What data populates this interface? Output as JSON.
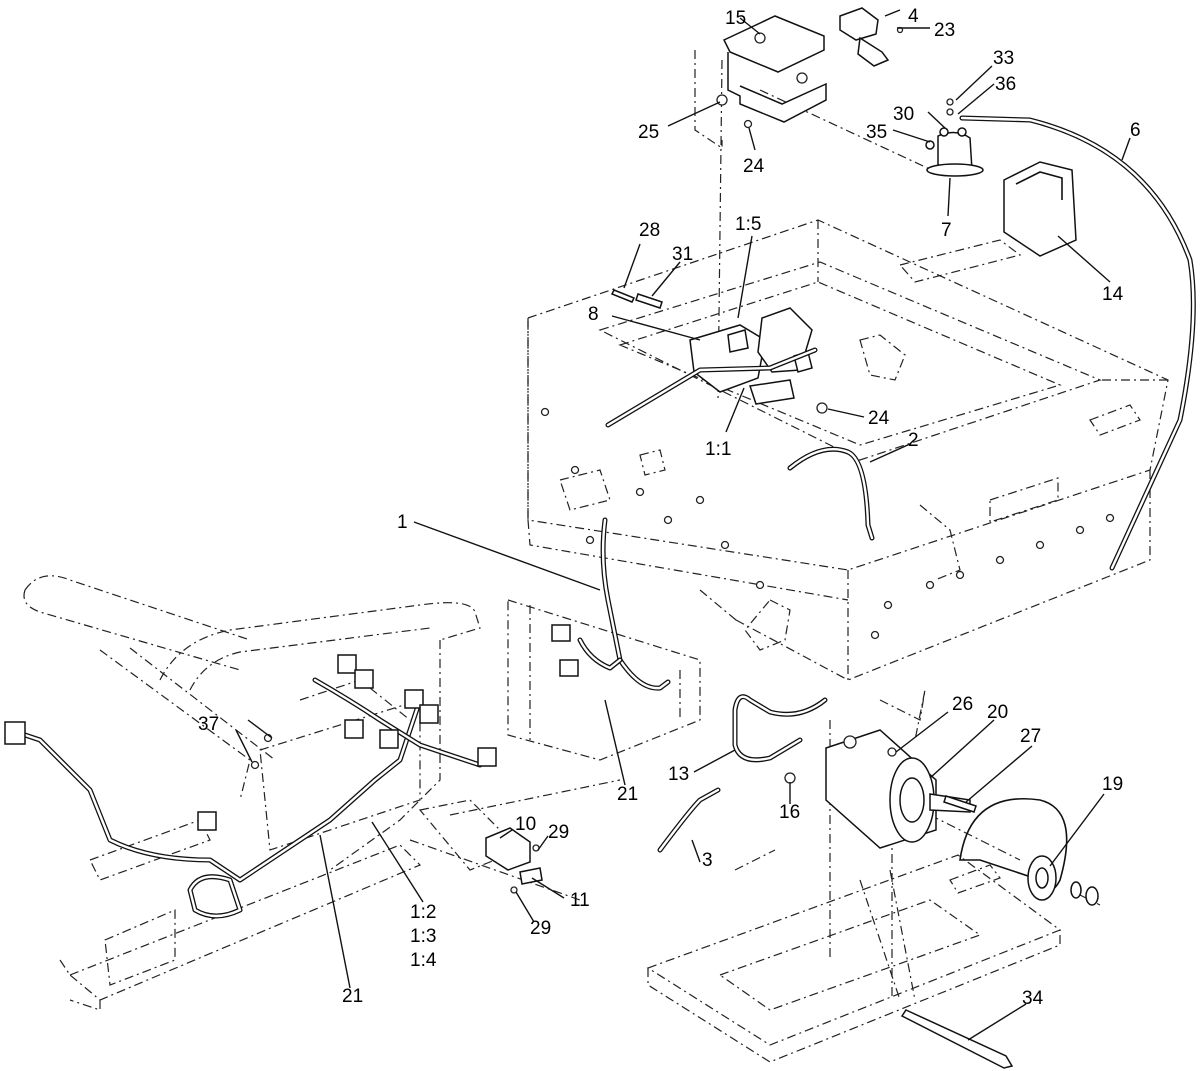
{
  "callouts": {
    "c1": "1",
    "c1_1": "1:1",
    "c1_2": "1:2",
    "c1_3": "1:3",
    "c1_4": "1:4",
    "c1_5": "1:5",
    "c2": "2",
    "c3": "3",
    "c4": "4",
    "c6": "6",
    "c7": "7",
    "c8": "8",
    "c10": "10",
    "c11": "11",
    "c13": "13",
    "c14": "14",
    "c15": "15",
    "c16": "16",
    "c19": "19",
    "c20": "20",
    "c21a": "21",
    "c21b": "21",
    "c23": "23",
    "c24a": "24",
    "c24b": "24",
    "c25": "25",
    "c26": "26",
    "c27": "27",
    "c28": "28",
    "c29a": "29",
    "c29b": "29",
    "c30": "30",
    "c31": "31",
    "c33": "33",
    "c34": "34",
    "c35": "35",
    "c36": "36",
    "c37": "37"
  }
}
